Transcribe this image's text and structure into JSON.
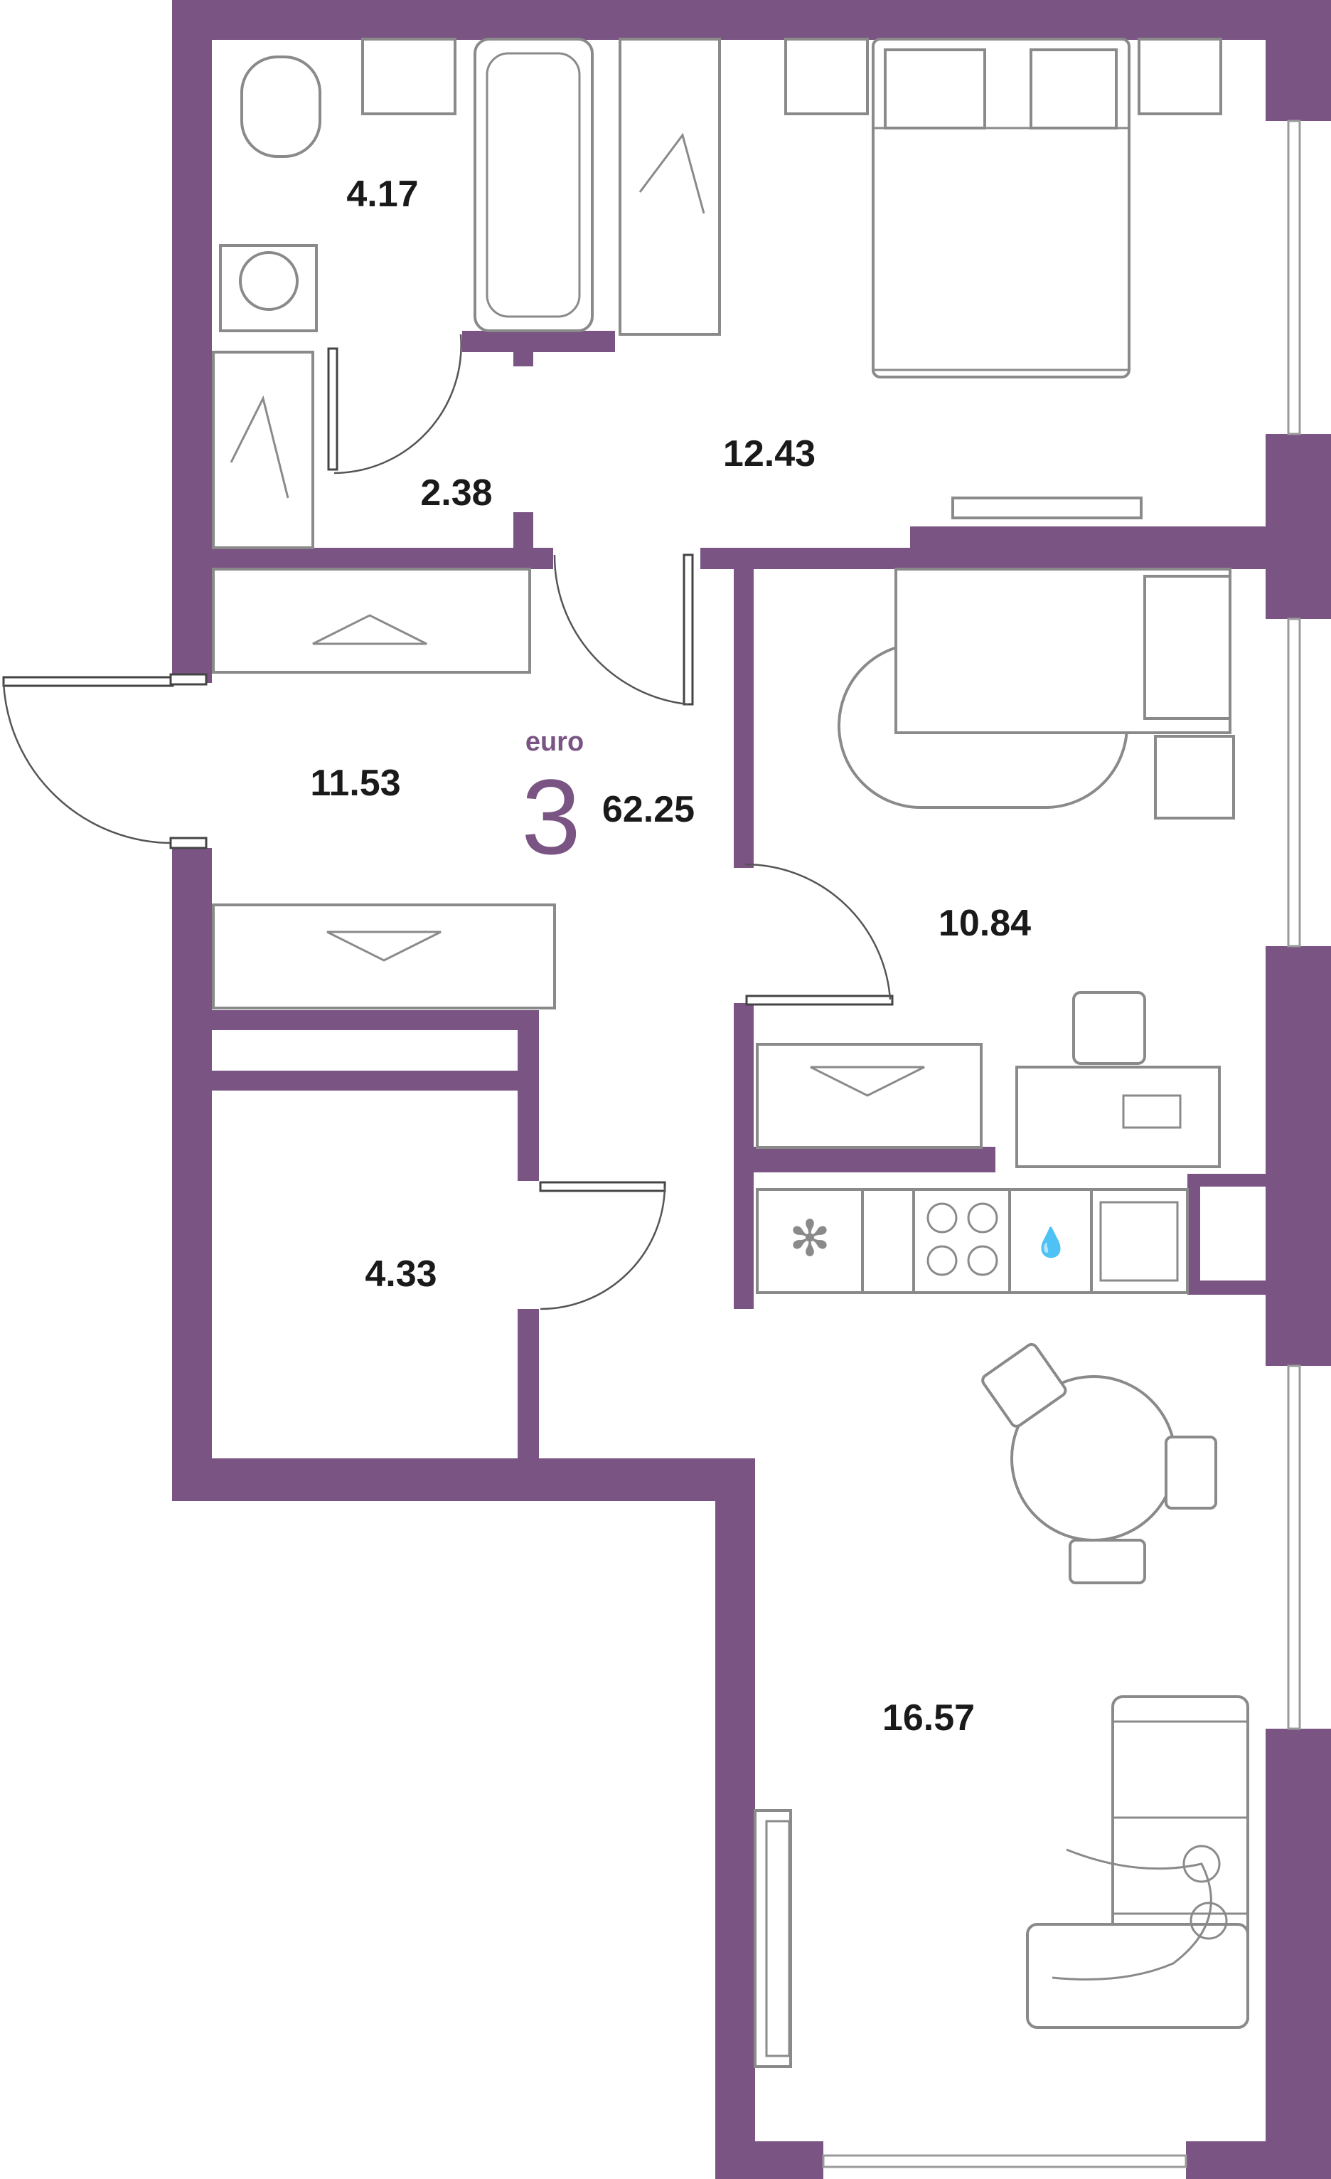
{
  "apartment": {
    "type_label": "euro",
    "rooms_count": "3",
    "total_area": "62.25"
  },
  "rooms": {
    "bathroom_top": "4.17",
    "corridor": "2.38",
    "bedroom": "12.43",
    "hall": "11.53",
    "children_room": "10.84",
    "bathroom_bottom": "4.33",
    "kitchen_living": "16.57"
  },
  "colors": {
    "wall": "#7a5483",
    "furniture_stroke": "#8a8a8a",
    "background": "#ffffff"
  }
}
